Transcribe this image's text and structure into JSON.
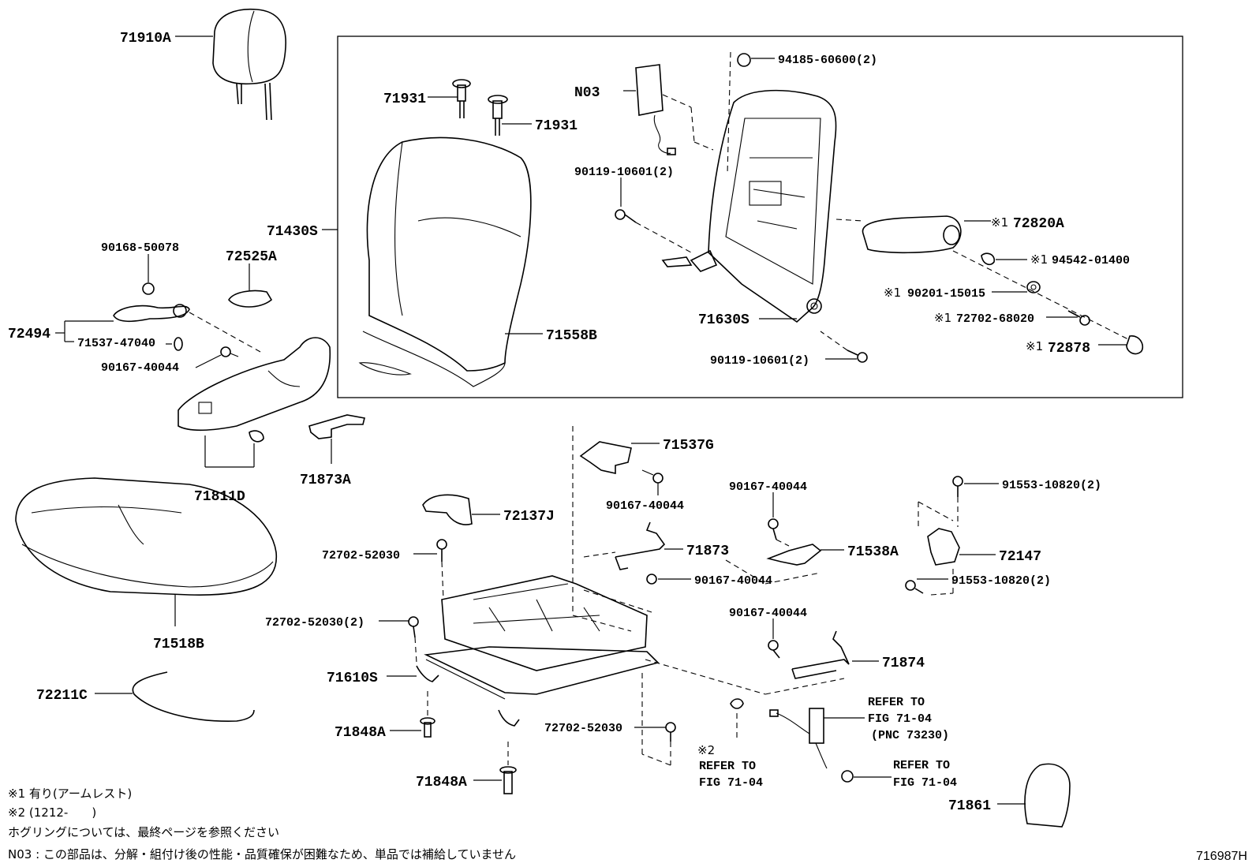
{
  "labels": {
    "p71910A": "71910A",
    "p71931a": "71931",
    "p71931b": "71931",
    "pN03": "N03",
    "p94185": "94185-60600(2)",
    "p90119a": "90119-10601(2)",
    "p72820A": "72820A",
    "p94542": "94542-01400",
    "p90201": "90201-15015",
    "p72702_68020": "72702-68020",
    "p72878": "72878",
    "p71630S": "71630S",
    "p90119b": "90119-10601(2)",
    "p71558B": "71558B",
    "p71430S": "71430S",
    "p90168": "90168-50078",
    "p72525A": "72525A",
    "p72494": "72494",
    "p71537_47040": "71537-47040",
    "p90167_a": "90167-40044",
    "p71811D": "71811D",
    "p71873A": "71873A",
    "p71518B": "71518B",
    "p72211C": "72211C",
    "p71537G": "71537G",
    "p90167_b": "90167-40044",
    "p72137J": "72137J",
    "p72702_52030a": "72702-52030",
    "p71873": "71873",
    "p90167_c": "90167-40044",
    "p90167_d": "90167-40044",
    "p71538A": "71538A",
    "p91553a": "91553-10820(2)",
    "p72147": "72147",
    "p91553b": "91553-10820(2)",
    "p72702_52030b": "72702-52030(2)",
    "p90167_e": "90167-40044",
    "p71874": "71874",
    "p71610S": "71610S",
    "p71848A_a": "71848A",
    "p72702_52030c": "72702-52030",
    "p71848A_b": "71848A",
    "p71861": "71861"
  },
  "marks": {
    "m1a": "※1",
    "m1b": "※1",
    "m1c": "※1",
    "m1d": "※1",
    "m1e": "※1",
    "m2": "※2"
  },
  "refers": {
    "r1_line1": "REFER TO",
    "r1_line2": "FIG 71-04",
    "r1_line3": "(PNC 73230)",
    "r2_line1": "REFER TO",
    "r2_line2": "FIG 71-04",
    "r3_line1": "REFER TO",
    "r3_line2": "FIG 71-04"
  },
  "notes": {
    "n1": "※1 有り(アームレスト)",
    "n2": "※2 (1212-　　)",
    "n3": "ホグリングについては、最終ページを参照ください",
    "n4": "N03 : この部品は、分解・組付け後の性能・品質確保が困難なため、単品では補給していません"
  },
  "figure_code": "716987H"
}
